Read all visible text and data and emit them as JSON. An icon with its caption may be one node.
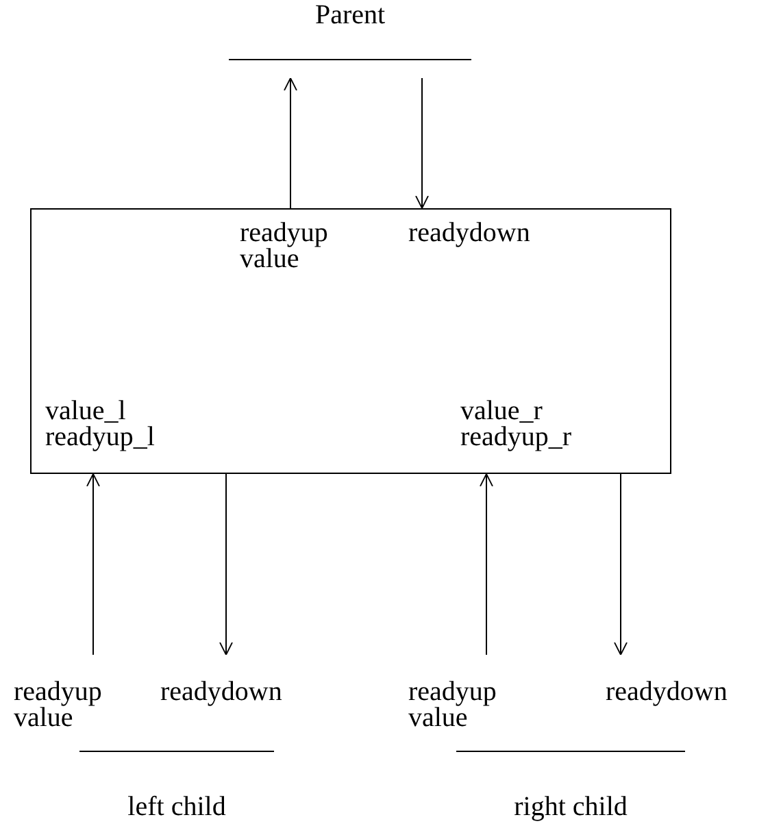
{
  "diagram": {
    "nodes": [
      {
        "text": [
          "Parent"
        ]
      },
      {
        "text": [
          "readyup value",
          "readydown",
          "value_l readyup_l",
          "value_r readyup_r"
        ]
      },
      {
        "text": [
          "readyup value",
          "readydown",
          "left child"
        ]
      },
      {
        "text": [
          "readyup value",
          "readydown",
          "right child"
        ]
      }
    ],
    "edges": [
      {
        "from": 1,
        "to": 0,
        "arrow": "to"
      },
      {
        "from": 0,
        "to": 1,
        "arrow": "to"
      },
      {
        "from": 2,
        "to": 1,
        "arrow": "to"
      },
      {
        "from": 1,
        "to": 2,
        "arrow": "to"
      },
      {
        "from": 3,
        "to": 1,
        "arrow": "to"
      },
      {
        "from": 1,
        "to": 3,
        "arrow": "to"
      }
    ]
  }
}
